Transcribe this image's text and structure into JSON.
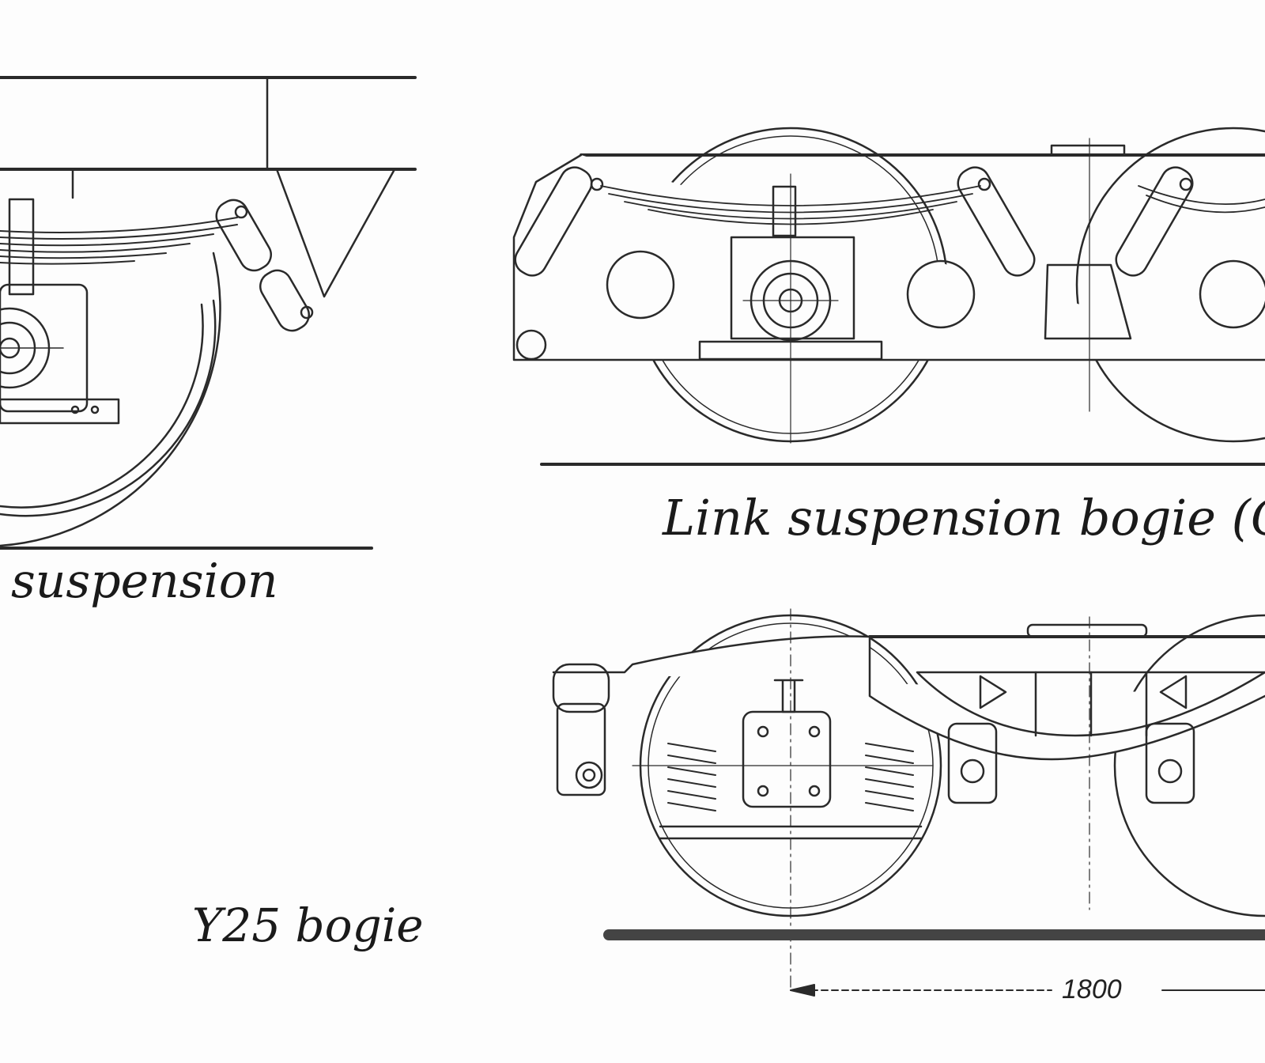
{
  "captions": {
    "left_suspension": "suspension",
    "link_suspension": "Link suspension bogie (G",
    "y25": "Y25 bogie"
  },
  "dimension": {
    "wheelbase": "1800"
  },
  "colors": {
    "line": "#2a2a2a",
    "thin_line": "#555555",
    "background": "#fdfdfd"
  }
}
